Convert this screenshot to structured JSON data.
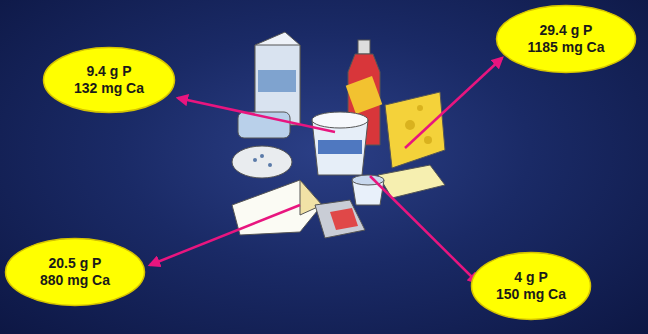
{
  "diagram": {
    "nodes": [
      {
        "text": [
          "9.4 g P",
          "132 mg Ca"
        ]
      },
      {
        "text": [
          "29.4 g P",
          "1185 mg Ca"
        ]
      },
      {
        "text": [
          "20.5 g P",
          "880 mg Ca"
        ]
      },
      {
        "text": [
          "4 g P",
          "150 mg Ca"
        ]
      }
    ]
  }
}
